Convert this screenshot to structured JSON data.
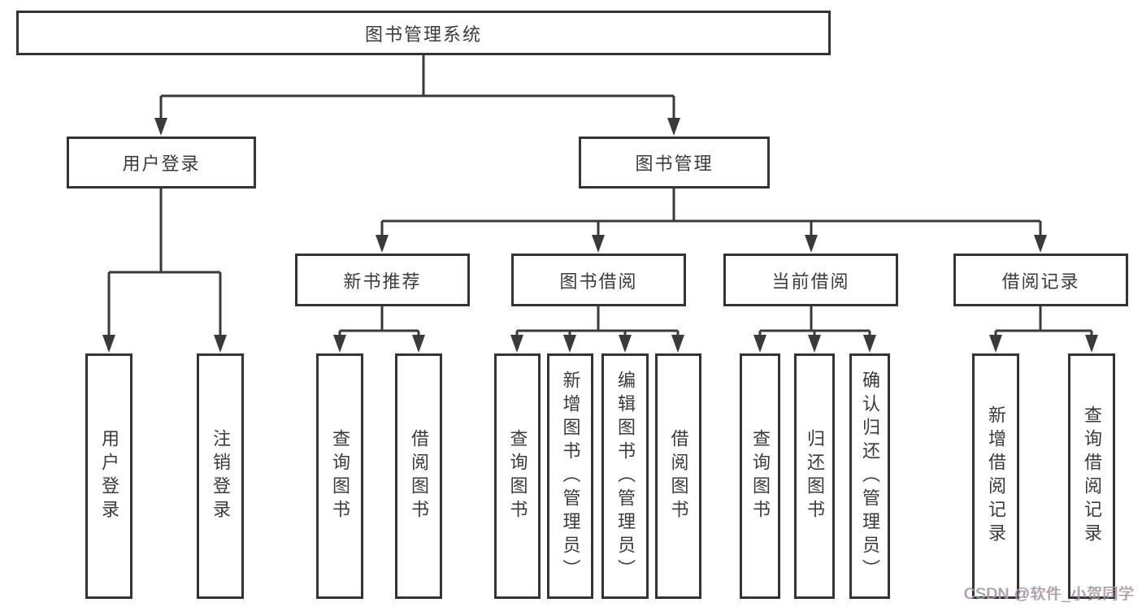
{
  "diagram": {
    "root": {
      "label": "图书管理系统"
    },
    "branches": [
      {
        "label": "用户登录",
        "children": [
          {
            "label": "用户登录"
          },
          {
            "label": "注销登录"
          }
        ]
      },
      {
        "label": "图书管理",
        "children": [
          {
            "label": "新书推荐",
            "children": [
              {
                "label": "查询图书"
              },
              {
                "label": "借阅图书"
              }
            ]
          },
          {
            "label": "图书借阅",
            "children": [
              {
                "label": "查询图书"
              },
              {
                "label": "新增图书（管理员）"
              },
              {
                "label": "编辑图书（管理员）"
              },
              {
                "label": "借阅图书"
              }
            ]
          },
          {
            "label": "当前借阅",
            "children": [
              {
                "label": "查询图书"
              },
              {
                "label": "归还图书"
              },
              {
                "label": "确认归还（管理员）"
              }
            ]
          },
          {
            "label": "借阅记录",
            "children": [
              {
                "label": "新增借阅记录"
              },
              {
                "label": "查询借阅记录"
              }
            ]
          }
        ]
      }
    ],
    "watermark": "CSDN @软件_小贺同学",
    "colors": {
      "line": "#3a3a3a",
      "box_border": "#333333",
      "box_fill": "#ffffff",
      "text": "#3b3b3b",
      "watermark": "#9e9e9e"
    }
  }
}
